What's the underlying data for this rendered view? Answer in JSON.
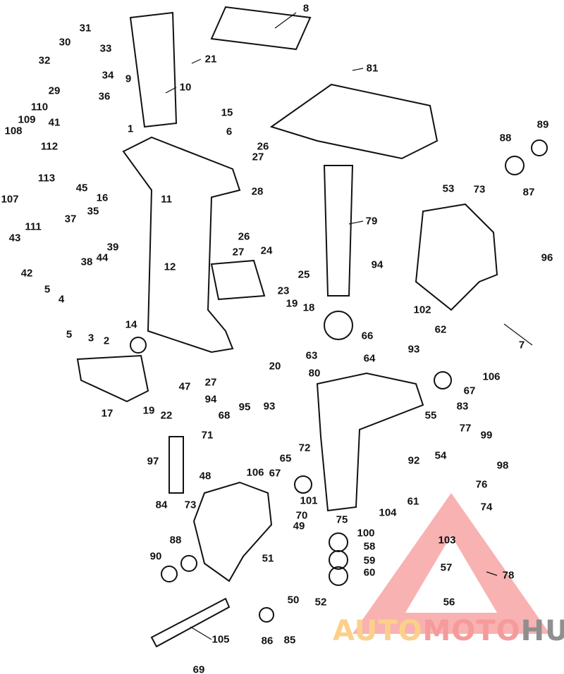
{
  "title": "Exploded parts diagram - midsection, swivel and clamp brackets",
  "labels": [
    "8",
    "31",
    "33",
    "30",
    "21",
    "32",
    "34",
    "9",
    "29",
    "81",
    "36",
    "10",
    "110",
    "109",
    "15",
    "108",
    "41",
    "6",
    "1",
    "89",
    "88",
    "26",
    "112",
    "27",
    "113",
    "45",
    "107",
    "16",
    "53",
    "73",
    "28",
    "87",
    "11",
    "111",
    "43",
    "35",
    "37",
    "79",
    "26",
    "39",
    "44",
    "96",
    "27",
    "24",
    "12",
    "38",
    "94",
    "25",
    "42",
    "5",
    "4",
    "23",
    "102",
    "19",
    "18",
    "7",
    "5",
    "3",
    "2",
    "14",
    "62",
    "66",
    "63",
    "20",
    "64",
    "93",
    "106",
    "47",
    "27",
    "80",
    "67",
    "17",
    "19",
    "22",
    "94",
    "68",
    "95",
    "93",
    "83",
    "55",
    "77",
    "71",
    "72",
    "99",
    "54",
    "65",
    "92",
    "98",
    "97",
    "106",
    "67",
    "48",
    "76",
    "101",
    "104",
    "61",
    "84",
    "73",
    "74",
    "70",
    "75",
    "49",
    "100",
    "88",
    "103",
    "58",
    "90",
    "51",
    "59",
    "57",
    "78",
    "60",
    "50",
    "52",
    "56",
    "105",
    "86",
    "85",
    "69"
  ],
  "watermark": {
    "part1": "AUTO",
    "part2": "MOTO",
    "part3": "HUB",
    "colors": [
      "#fcd08a",
      "#f59b9b",
      "#8f8f8f"
    ]
  }
}
